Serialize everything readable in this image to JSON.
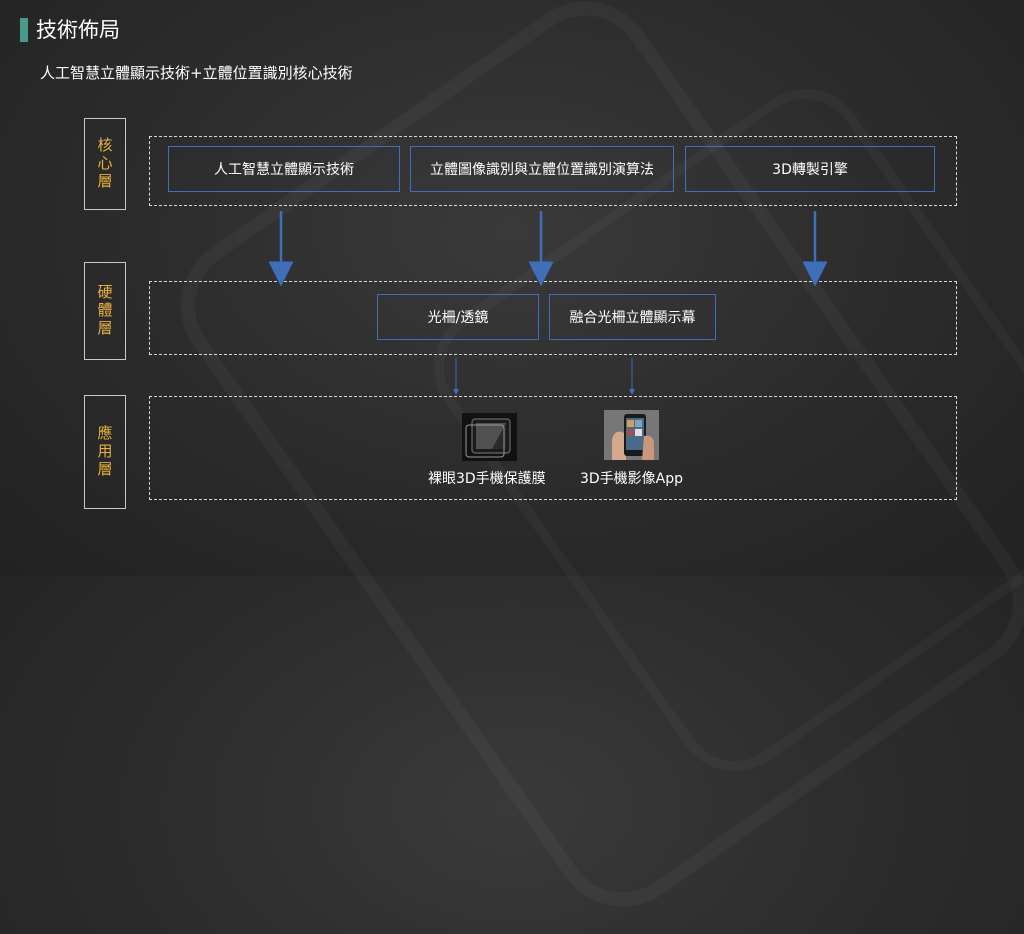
{
  "header": {
    "title": "技術佈局",
    "subtitle": "人工智慧立體顯示技術+立體位置識別核心技術"
  },
  "layers": {
    "core": {
      "label": "核心層"
    },
    "hardware": {
      "label": "硬體層"
    },
    "application": {
      "label": "應用層"
    }
  },
  "core_items": [
    "人工智慧立體顯示技術",
    "立體圖像識別與立體位置識別演算法",
    "3D轉製引擎"
  ],
  "hardware_items": [
    "光柵/透鏡",
    "融合光柵立體顯示幕"
  ],
  "applications": [
    {
      "label": "裸眼3D手機保護膜",
      "icon": "screen-protector-photo"
    },
    {
      "label": "3D手機影像App",
      "icon": "phone-in-hand-photo"
    }
  ],
  "colors": {
    "accent_title_bar": "#4a9a8c",
    "layer_label": "#e8b43a",
    "box_border": "#3f6fb8",
    "arrow": "#3f6fb8"
  }
}
